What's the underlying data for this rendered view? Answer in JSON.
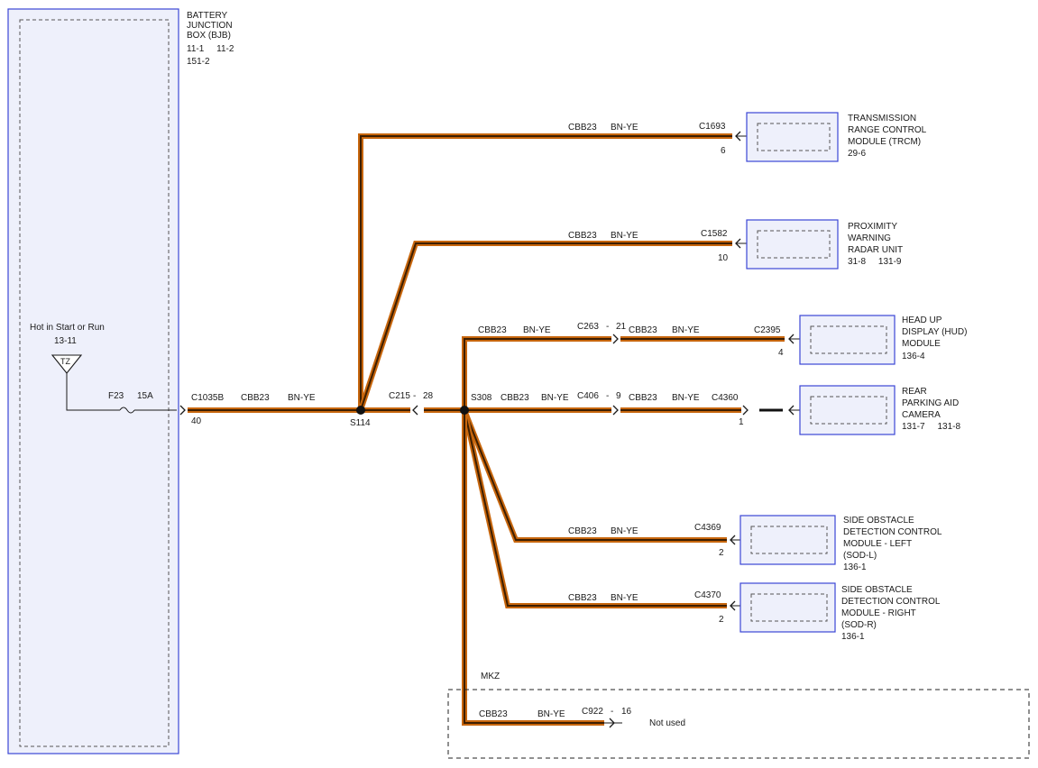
{
  "bjb": {
    "lines": [
      "BATTERY",
      "JUNCTION",
      "BOX (BJB)",
      "11-1     11-2",
      "151-2"
    ]
  },
  "power": {
    "label": "Hot in Start or Run",
    "ref": "13-11",
    "symbol": "TZ",
    "fuse": "F23",
    "rating": "15A"
  },
  "c1035b": {
    "name": "C1035B",
    "pin": "40",
    "circuit": "CBB23",
    "color": "BN-YE"
  },
  "s114": {
    "name": "S114"
  },
  "c215": {
    "name": "C215",
    "pin": "28"
  },
  "s308": {
    "name": "S308",
    "circuit": "CBB23",
    "color": "BN-YE"
  },
  "trcm": {
    "circuit": "CBB23",
    "color": "BN-YE",
    "connector": "C1693",
    "pin": "6",
    "lines": [
      "TRANSMISSION",
      "RANGE CONTROL",
      "MODULE (TRCM)",
      "29-6"
    ]
  },
  "radar": {
    "circuit": "CBB23",
    "color": "BN-YE",
    "connector": "C1582",
    "pin": "10",
    "lines": [
      "PROXIMITY",
      "WARNING",
      "RADAR UNIT",
      "31-8     131-9"
    ]
  },
  "hud": {
    "circuit": "CBB23",
    "color": "BN-YE",
    "inline": "C263",
    "inline_pin": "21",
    "circuit2": "CBB23",
    "color2": "BN-YE",
    "connector": "C2395",
    "pin": "4",
    "lines": [
      "HEAD UP",
      "DISPLAY (HUD)",
      "MODULE",
      "136-4"
    ]
  },
  "camera": {
    "inline": "C406",
    "inline_pin": "9",
    "circuit": "CBB23",
    "color": "BN-YE",
    "connector": "C4360",
    "pin": "1",
    "lines": [
      "REAR",
      "PARKING AID",
      "CAMERA",
      "131-7     131-8"
    ]
  },
  "sodl": {
    "circuit": "CBB23",
    "color": "BN-YE",
    "connector": "C4369",
    "pin": "2",
    "lines": [
      "SIDE OBSTACLE",
      "DETECTION CONTROL",
      "MODULE - LEFT",
      "(SOD-L)",
      "136-1"
    ]
  },
  "sodr": {
    "circuit": "CBB23",
    "color": "BN-YE",
    "connector": "C4370",
    "pin": "2",
    "lines": [
      "SIDE OBSTACLE",
      "DETECTION CONTROL",
      "MODULE - RIGHT",
      "(SOD-R)",
      "136-1"
    ]
  },
  "mkz": {
    "label": "MKZ",
    "circuit": "CBB23",
    "color": "BN-YE",
    "connector": "C922",
    "pin": "16",
    "note": "Not used"
  }
}
